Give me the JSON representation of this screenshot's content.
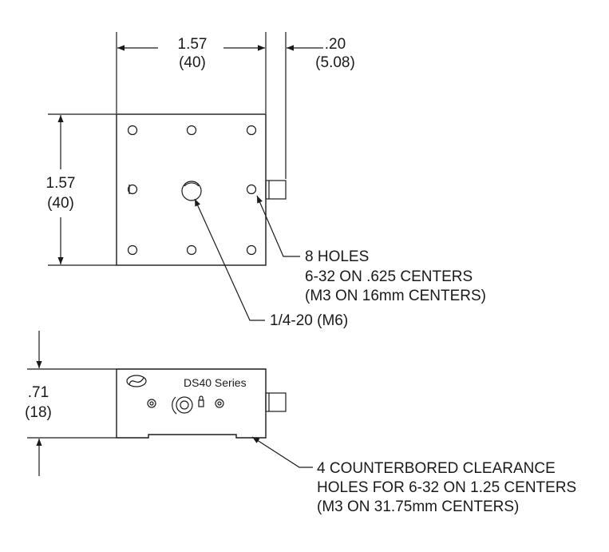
{
  "top_view": {
    "width_dim": {
      "inch": "1.57",
      "mm": "(40)"
    },
    "height_dim": {
      "inch": "1.57",
      "mm": "(40)"
    },
    "knob_dim": {
      "inch": ".20",
      "mm": "(5.08)"
    }
  },
  "callouts": {
    "holes": [
      "8 HOLES",
      "6-32 ON .625 CENTERS",
      "(M3 ON 16mm CENTERS)"
    ],
    "center_hole": "1/4-20 (M6)",
    "counterbored": [
      "4 COUNTERBORED CLEARANCE",
      "HOLES FOR 6-32 ON 1.25 CENTERS",
      "(M3 ON 31.75mm CENTERS)"
    ]
  },
  "side_view": {
    "height_dim": {
      "inch": ".71",
      "mm": "(18)"
    },
    "model_label": "DS40 Series",
    "logo_icon": "newport-logo-icon"
  }
}
